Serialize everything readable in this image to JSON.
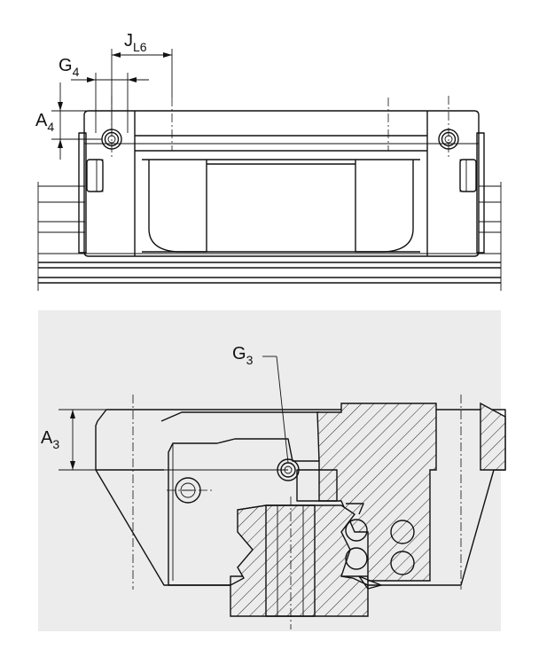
{
  "labels": {
    "jl6": "J",
    "jl6_sub": "L6",
    "g4": "G",
    "g4_sub": "4",
    "a4": "A",
    "a4_sub": "4",
    "g3": "G",
    "g3_sub": "3",
    "a3": "A",
    "a3_sub": "3"
  },
  "colors": {
    "line": "#111111",
    "section_background": "#ececec",
    "page_background": "#ffffff"
  }
}
